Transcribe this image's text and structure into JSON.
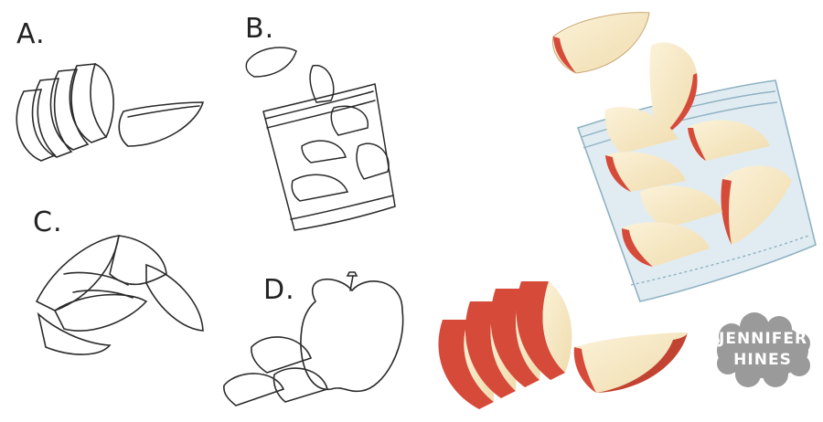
{
  "labels": {
    "a": "A.",
    "b": "B.",
    "c": "C.",
    "d": "D."
  },
  "watermark": {
    "line1": "JENNIFER",
    "line2": "HINES"
  },
  "colors": {
    "apple_skin": "#d64a3a",
    "apple_flesh": "#f6e7c3",
    "bag_tint": "#cfe0e8",
    "bag_outline": "#8fb2c2",
    "sketch_line": "#2a2a2a",
    "watermark_cloud": "#9a9a9a"
  }
}
